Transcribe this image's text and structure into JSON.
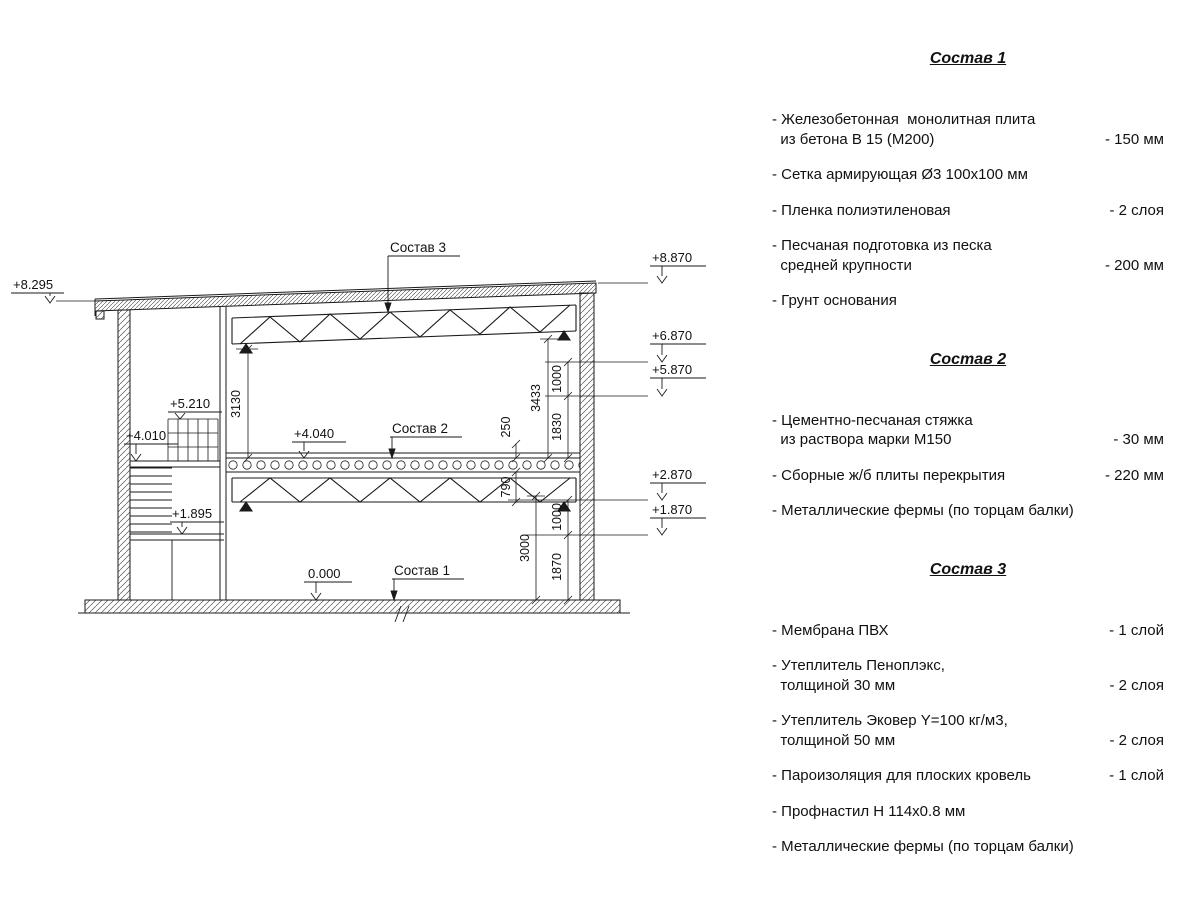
{
  "drawing": {
    "labels": {
      "s1": "Состав 1",
      "s2": "Состав 2",
      "s3": "Состав 3"
    },
    "elevations": {
      "left_top": "+8.295",
      "right_1": "+8.870",
      "right_2": "+6.870",
      "right_3": "+5.870",
      "right_4": "+2.870",
      "right_5": "+1.870",
      "railing": "+5.210",
      "landing_upper": "+4.010",
      "landing_lower": "+1.895",
      "floor2": "+4.040",
      "ground": "0.000"
    },
    "dims": {
      "d3130": "3130",
      "d3433": "3433",
      "d250": "250",
      "d1000a": "1000",
      "d1830": "1830",
      "d790": "790",
      "d1000b": "1000",
      "d3000": "3000",
      "d1870": "1870"
    }
  },
  "specs": [
    {
      "title": "Состав 1",
      "items": [
        {
          "label": "- Железобетонная  монолитная плита\n  из бетона В 15 (М200)",
          "value": "- 150 мм"
        },
        {
          "label": "- Сетка армирующая Ø3 100х100 мм",
          "value": ""
        },
        {
          "label": "- Пленка полиэтиленовая",
          "value": "- 2 слоя"
        },
        {
          "label": "- Песчаная подготовка из песка\n  средней крупности",
          "value": "- 200 мм"
        },
        {
          "label": "- Грунт основания",
          "value": ""
        }
      ]
    },
    {
      "title": "Состав 2",
      "items": [
        {
          "label": "- Цементно-песчаная стяжка\n  из раствора марки М150",
          "value": "- 30 мм"
        },
        {
          "label": "- Сборные ж/б плиты перекрытия",
          "value": "- 220 мм"
        },
        {
          "label": "- Металлические фермы (по торцам балки)",
          "value": ""
        }
      ]
    },
    {
      "title": "Состав 3",
      "items": [
        {
          "label": "- Мембрана ПВХ",
          "value": "- 1 слой"
        },
        {
          "label": "- Утеплитель Пеноплэкс,\n  толщиной 30 мм",
          "value": "- 2 слоя"
        },
        {
          "label": "- Утеплитель Эковер Y=100 кг/м3,\n  толщиной 50 мм",
          "value": "- 2 слоя"
        },
        {
          "label": "- Пароизоляция для плоских кровель",
          "value": "- 1 слой"
        },
        {
          "label": "- Профнастил Н 114х0.8 мм",
          "value": ""
        },
        {
          "label": "- Металлические фермы (по торцам балки)",
          "value": ""
        }
      ]
    }
  ]
}
